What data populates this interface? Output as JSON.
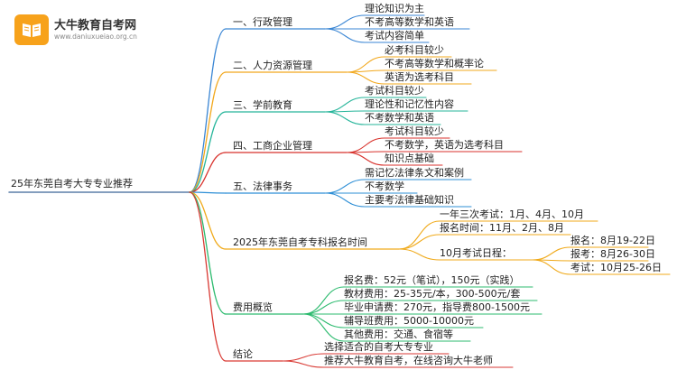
{
  "logo": {
    "title": "大牛教育自考网",
    "url": "www.daniuxueiao.org.cn"
  },
  "colors": {
    "admin": "#3a86d4",
    "hr": "#f2a81d",
    "preschool": "#26b59a",
    "business": "#d8322c",
    "law": "#2e8fd6",
    "registration": "#f0aa1b",
    "fees": "#2dbb6f",
    "conclusion": "#d93a34"
  },
  "mindmap": {
    "root": "25年东莞自考大专专业推荐",
    "branches": [
      {
        "label": "一、行政管理",
        "children": [
          "理论知识为主",
          "不考高等数学和英语",
          "考试内容简单"
        ]
      },
      {
        "label": "二、人力资源管理",
        "children": [
          "必考科目较少",
          "不考高等数学和概率论",
          "英语为选考科目"
        ]
      },
      {
        "label": "三、学前教育",
        "children": [
          "考试科目较少",
          "理论性和记忆性内容",
          "不考数学和英语"
        ]
      },
      {
        "label": "四、工商企业管理",
        "children": [
          "考试科目较少",
          "不考数学，英语为选考科目",
          "知识点基础"
        ]
      },
      {
        "label": "五、法律事务",
        "children": [
          "需记忆法律条文和案例",
          "不考数学",
          "主要考法律基础知识"
        ]
      },
      {
        "label": "2025年东莞自考专科报名时间",
        "children": [
          "一年三次考试：1月、4月、10月",
          "报名时间：11月、2月、8月",
          "10月考试日程："
        ],
        "grandchildren": [
          "报名：8月19-22日",
          "报考：8月26-30日",
          "考试：10月25-26日"
        ]
      },
      {
        "label": "费用概览",
        "children": [
          "报名费：52元（笔试），150元（实践）",
          "教材费用：25-35元/本，300-500元/套",
          "毕业申请费：270元，指导费800-1500元",
          "辅导班费用：5000-10000元",
          "其他费用：交通、食宿等"
        ]
      },
      {
        "label": "结论",
        "children": [
          "选择适合的自考大专专业",
          "推荐大牛教育自考，在线咨询大牛老师"
        ]
      }
    ]
  }
}
